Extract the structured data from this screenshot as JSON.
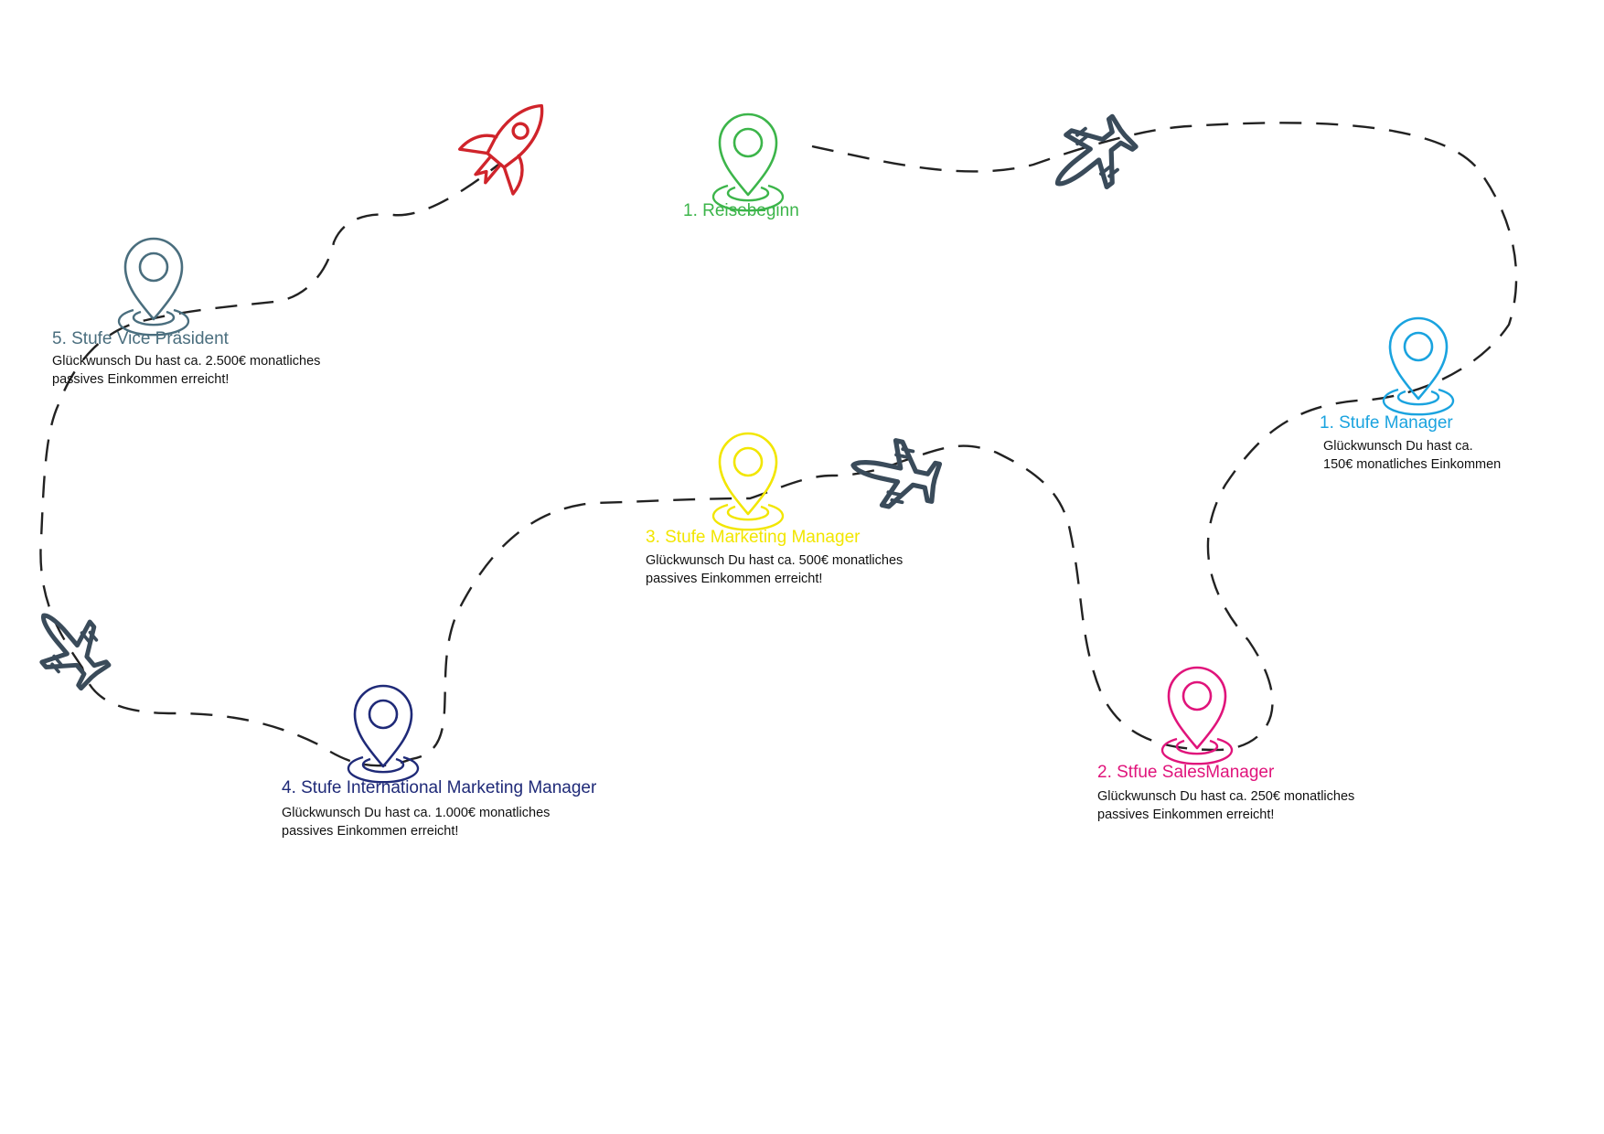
{
  "colors": {
    "start": "#3cb54a",
    "manager": "#1aa3df",
    "sales": "#e0147b",
    "marketing": "#f2e600",
    "international": "#1f2a78",
    "vice": "#4a6e7e",
    "rocket": "#d0242b",
    "plane": "#3a4b5a",
    "path": "#222222"
  },
  "icons": {
    "pin": "map-pin-icon",
    "plane": "airplane-icon",
    "rocket": "rocket-icon"
  },
  "stages": {
    "start": {
      "title": "1. Reisebeginn"
    },
    "manager": {
      "title": "1. Stufe Manager",
      "desc_line1": "Glückwunsch Du hast ca.",
      "desc_line2": "150€ monatliches Einkommen"
    },
    "sales": {
      "title": "2. Stfue SalesManager",
      "desc_line1": "Glückwunsch Du hast ca. 250€ monatliches",
      "desc_line2": "passives Einkommen erreicht!"
    },
    "marketing": {
      "title": "3. Stufe Marketing Manager",
      "desc_line1": "Glückwunsch Du hast ca. 500€ monatliches",
      "desc_line2": "passives Einkommen erreicht!"
    },
    "international": {
      "title": "4. Stufe International Marketing Manager",
      "desc_line1": "Glückwunsch Du hast ca. 1.000€ monatliches",
      "desc_line2": "passives Einkommen erreicht!"
    },
    "vice": {
      "title": "5. Stufe Vice Präsident",
      "desc_line1": "Glückwunsch Du hast ca. 2.500€ monatliches",
      "desc_line2": "passives Einkommen erreicht!"
    }
  }
}
